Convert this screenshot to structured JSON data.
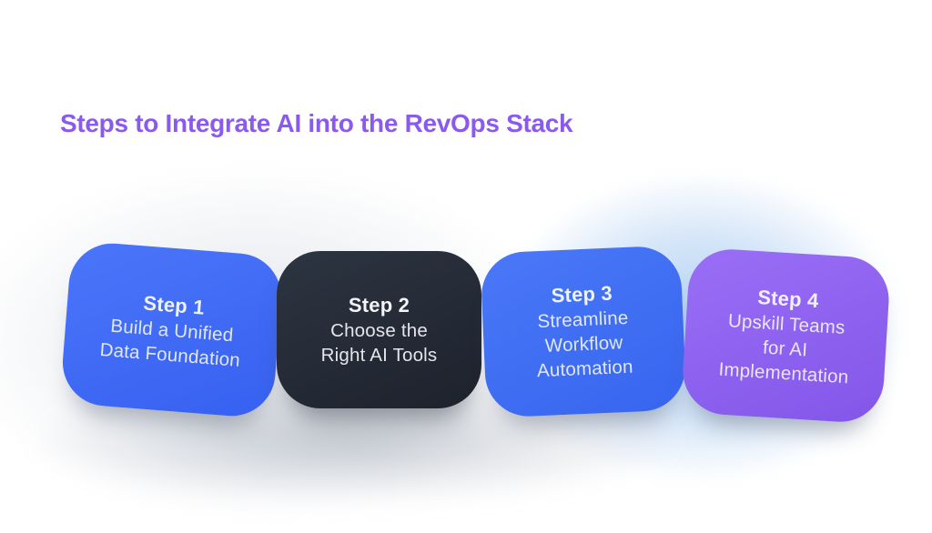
{
  "title": "Steps to Integrate AI into the RevOps Stack",
  "theme": {
    "background": "#FFFFFF",
    "title_color": "#8A5AF0",
    "glow_blue": "#BAD4F3",
    "haze_gray": "#D5DAE2",
    "under_shadow_gray": "#9AA2B0"
  },
  "steps": [
    {
      "label": "Step 1",
      "lines": [
        "Build a Unified",
        "Data Foundation"
      ],
      "bg_start": "#4B76FA",
      "bg_end": "#3660F0",
      "text_color": "#EDF1FA"
    },
    {
      "label": "Step 2",
      "lines": [
        "Choose the",
        "Right AI Tools"
      ],
      "bg_start": "#2D3542",
      "bg_end": "#1D222C",
      "text_color": "#F2F4F8"
    },
    {
      "label": "Step 3",
      "lines": [
        "Streamline",
        "Workflow",
        "Automation"
      ],
      "bg_start": "#4A78F7",
      "bg_end": "#3765EF",
      "text_color": "#EDF1FA"
    },
    {
      "label": "Step 4",
      "lines": [
        "Upskill Teams",
        "for AI",
        "Implementation"
      ],
      "bg_start": "#9A6FF6",
      "bg_end": "#8356E9",
      "text_color": "#F2EFFC"
    }
  ]
}
